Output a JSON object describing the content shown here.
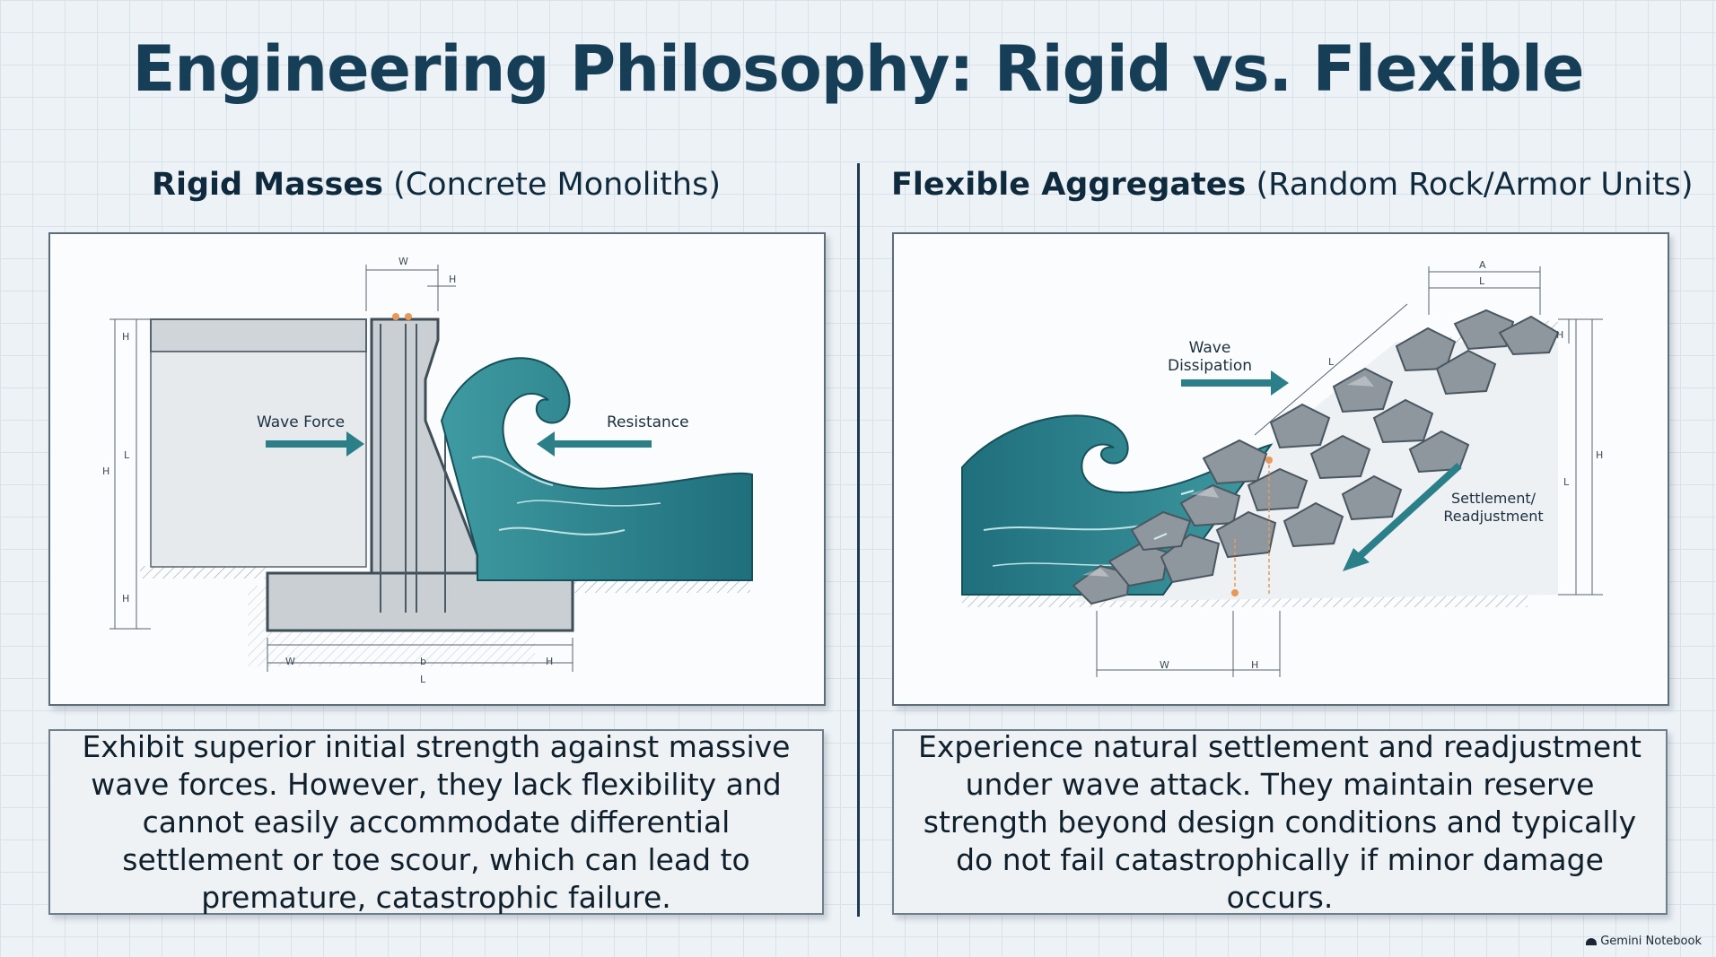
{
  "title": "Engineering Philosophy: Rigid vs. Flexible",
  "left": {
    "heading_bold": "Rigid Masses",
    "heading_sub": "(Concrete Monoliths)",
    "labels": {
      "wave_force": "Wave Force",
      "resistance": "Resistance"
    },
    "dimensions": {
      "w_top": "W",
      "h_top": "H",
      "h_left_top": "H",
      "h_left": "H",
      "l_left": "L",
      "h_left_bottom": "H",
      "w_base": "W",
      "b_base": "b",
      "h_base": "H",
      "l_base": "L"
    },
    "description": "Exhibit superior initial strength against massive wave forces. However, they lack flexibility and cannot easily accommodate differential settlement or toe scour, which can lead to premature, catastrophic failure."
  },
  "right": {
    "heading_bold": "Flexible Aggregates",
    "heading_sub": "(Random Rock/Armor Units)",
    "labels": {
      "wave_dissipation_1": "Wave",
      "wave_dissipation_2": "Dissipation",
      "settlement_1": "Settlement/",
      "settlement_2": "Readjustment"
    },
    "dimensions": {
      "a_top": "A",
      "l_top": "L",
      "l_slope": "L",
      "h_right_top": "H",
      "h_right": "H",
      "l_right": "L",
      "w_base": "W",
      "h_base": "H"
    },
    "description": "Experience natural settlement and readjustment under wave attack. They maintain reserve strength beyond design conditions and typically do not fail catastrophically if minor damage occurs."
  },
  "watermark": "Gemini Notebook",
  "colors": {
    "wave_dark": "#1f6f7c",
    "wave_light": "#4fa6ac",
    "concrete": "#c9cfd3",
    "rock": "#8e979e",
    "title": "#163e57"
  }
}
